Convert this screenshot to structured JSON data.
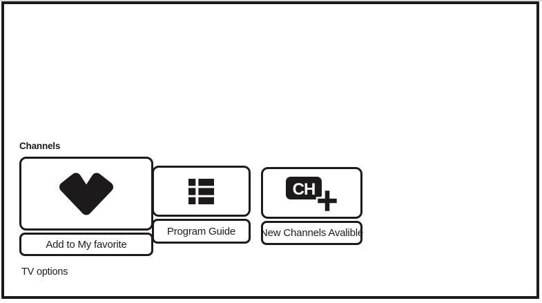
{
  "screen": {
    "heading": "Channels",
    "menu_items": [
      {
        "label": "Add to My favorite",
        "icon": "heart-icon",
        "focused": true
      },
      {
        "label": "Program Guide",
        "icon": "grid-icon",
        "focused": false
      },
      {
        "label": "New Channels Avalible",
        "icon": "ch-plus-icon",
        "badge_text": "CH",
        "focused": false
      }
    ],
    "footer_item": "TV options"
  },
  "colors": {
    "ink": "#1d1a1b",
    "background": "#ffffff",
    "badge_text_color": "#ffffff"
  }
}
